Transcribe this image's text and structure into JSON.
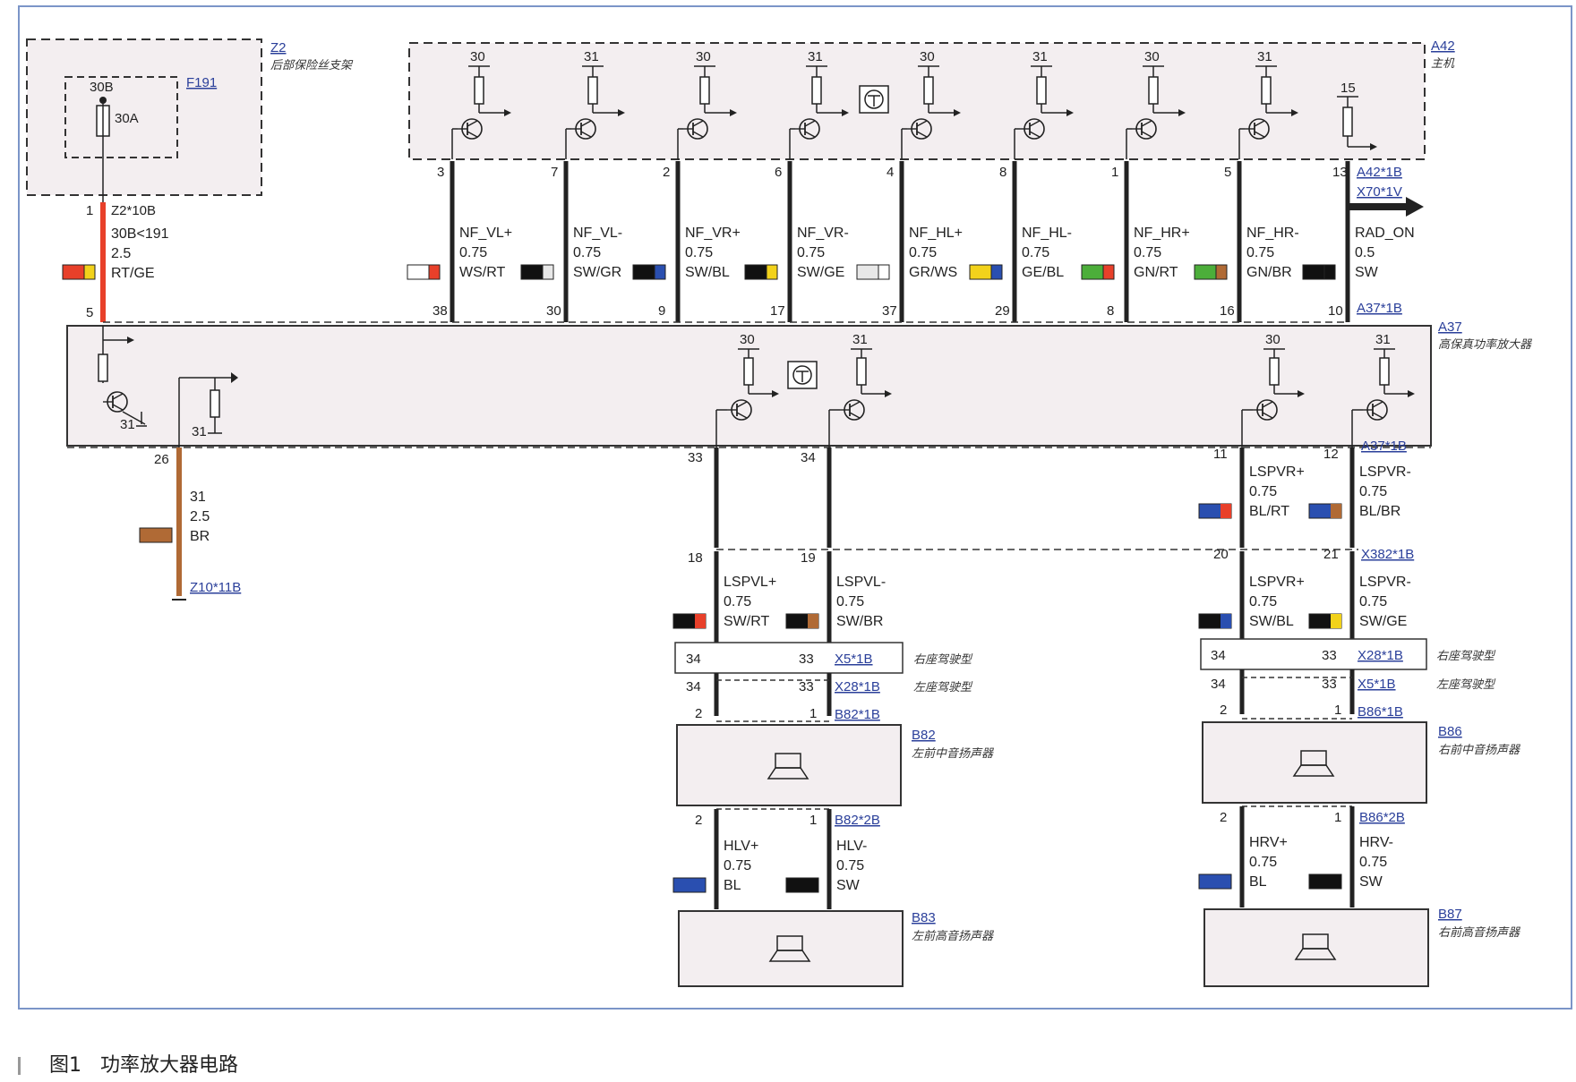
{
  "caption": {
    "fig": "图1",
    "title": "功率放大器电路"
  },
  "colors": {
    "box_fill": "#f3eef0",
    "frame": "#7b95c8",
    "ref": "#2a3f9a",
    "wire_red": "#e8402a",
    "wire_brown": "#b06a35"
  },
  "z2": {
    "ref": "Z2",
    "cn": "后部保险丝支架",
    "fuse_ref": "F191",
    "fuse_pin": "30B",
    "fuse_rating": "30A"
  },
  "z2_wire": {
    "pin_top": "1",
    "connector": "Z2*10B",
    "circuit": "30B<191",
    "size": "2.5",
    "color": "RT/GE",
    "pin_bottom": "5"
  },
  "a42": {
    "ref": "A42",
    "cn": "主机",
    "tr_labels": [
      "30",
      "31",
      "30",
      "31",
      "30",
      "31",
      "30",
      "31"
    ],
    "extra_label": "15"
  },
  "a42_pins_top": [
    "3",
    "7",
    "2",
    "6",
    "4",
    "8",
    "1",
    "5",
    "13"
  ],
  "a42_conn": {
    "a": "A42*1B",
    "b": "X70*1V"
  },
  "input_wires": [
    {
      "name": "NF_VL+",
      "size": "0.75",
      "color": "WS/RT",
      "pin": "38"
    },
    {
      "name": "NF_VL-",
      "size": "0.75",
      "color": "SW/GR",
      "pin": "30"
    },
    {
      "name": "NF_VR+",
      "size": "0.75",
      "color": "SW/BL",
      "pin": "9"
    },
    {
      "name": "NF_VR-",
      "size": "0.75",
      "color": "SW/GE",
      "pin": "17"
    },
    {
      "name": "NF_HL+",
      "size": "0.75",
      "color": "GR/WS",
      "pin": "37"
    },
    {
      "name": "NF_HL-",
      "size": "0.75",
      "color": "GE/BL",
      "pin": "29"
    },
    {
      "name": "NF_HR+",
      "size": "0.75",
      "color": "GN/RT",
      "pin": "8"
    },
    {
      "name": "NF_HR-",
      "size": "0.75",
      "color": "GN/BR",
      "pin": "16"
    },
    {
      "name": "RAD_ON",
      "size": "0.5",
      "color": "SW",
      "pin": "10"
    }
  ],
  "a37": {
    "ref": "A37",
    "cn": "高保真功率放大器",
    "conn_top": "A37*1B",
    "conn_bottom": "A37*1B",
    "tr_labels": [
      "30",
      "31",
      "30",
      "31"
    ],
    "ground_labels": [
      "31",
      "31"
    ]
  },
  "ground_wire": {
    "pin": "26",
    "circuit": "31",
    "size": "2.5",
    "color": "BR",
    "connector": "Z10*11B"
  },
  "left_upper": {
    "pin_a": "33",
    "pin_b": "34",
    "pin_c": "18",
    "pin_d": "19",
    "w1": {
      "name": "LSPVL+",
      "size": "0.75",
      "color": "SW/RT"
    },
    "w2": {
      "name": "LSPVL-",
      "size": "0.75",
      "color": "SW/BR"
    }
  },
  "right_upper": {
    "pin_a": "11",
    "pin_b": "12",
    "pin_c": "20",
    "pin_d": "21",
    "conn": "X382*1B",
    "w1": {
      "name": "LSPVR+",
      "size": "0.75",
      "color": "BL/RT"
    },
    "w2": {
      "name": "LSPVR-",
      "size": "0.75",
      "color": "BL/BR"
    },
    "w3": {
      "name": "LSPVR+",
      "size": "0.75",
      "color": "SW/BL"
    },
    "w4": {
      "name": "LSPVR-",
      "size": "0.75",
      "color": "SW/GE"
    }
  },
  "left_conn": {
    "pin1": "34",
    "pin2": "33",
    "c1": "X5*1B",
    "c1_cn": "右座驾驶型",
    "pin3": "34",
    "pin4": "33",
    "c2": "X28*1B",
    "c2_cn": "左座驾驶型",
    "pin5": "2",
    "pin6": "1",
    "c3": "B82*1B"
  },
  "right_conn": {
    "pin1": "34",
    "pin2": "33",
    "c1": "X28*1B",
    "c1_cn": "右座驾驶型",
    "pin3": "34",
    "pin4": "33",
    "c2": "X5*1B",
    "c2_cn": "左座驾驶型",
    "pin5": "2",
    "pin6": "1",
    "c3": "B86*1B"
  },
  "b82": {
    "ref": "B82",
    "cn": "左前中音扬声器",
    "pin_a": "2",
    "pin_b": "1",
    "conn": "B82*2B"
  },
  "b86": {
    "ref": "B86",
    "cn": "右前中音扬声器",
    "pin_a": "2",
    "pin_b": "1",
    "conn": "B86*2B"
  },
  "left_lower": {
    "w1": {
      "name": "HLV+",
      "size": "0.75",
      "color": "BL"
    },
    "w2": {
      "name": "HLV-",
      "size": "0.75",
      "color": "SW"
    }
  },
  "right_lower": {
    "w1": {
      "name": "HRV+",
      "size": "0.75",
      "color": "BL"
    },
    "w2": {
      "name": "HRV-",
      "size": "0.75",
      "color": "SW"
    }
  },
  "b83": {
    "ref": "B83",
    "cn": "左前高音扬声器"
  },
  "b87": {
    "ref": "B87",
    "cn": "右前高音扬声器"
  }
}
